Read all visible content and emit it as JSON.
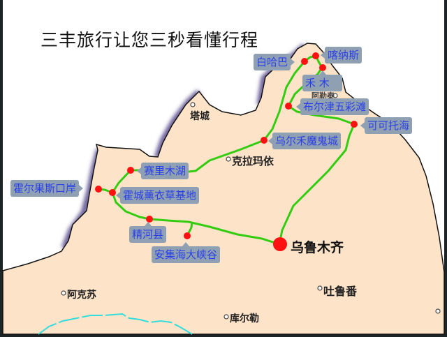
{
  "title": "三丰旅行让您三秒看懂行程",
  "route_stops": {
    "baihaba": "白哈巴",
    "kanasi": "喀纳斯",
    "hemu": "禾 木",
    "buerjin": "布尔津五彩滩",
    "keketuohai": "可可托海",
    "wuerhe": "乌尔禾魔鬼城",
    "sailimu": "赛里木湖",
    "khorgos": "霍尔果斯口岸",
    "huocheng": "霍城薰衣草基地",
    "jinghe": "精河县",
    "anjihai": "安集海大峡谷"
  },
  "capital": "乌鲁木齐",
  "cities": {
    "tacheng": "塔城",
    "karamay": "克拉玛依",
    "aletai": "阿勒泰",
    "aksu": "阿克苏",
    "turpan": "吐鲁番",
    "korla": "库尔勒"
  },
  "colors": {
    "land": "#fde3c8",
    "route": "#33cc11",
    "stop": "#ff1111",
    "tag_bg": "#8fa0b3",
    "tag_text": "#2a3fe8",
    "river": "#33dddd",
    "shadow": "#6b5f98"
  }
}
